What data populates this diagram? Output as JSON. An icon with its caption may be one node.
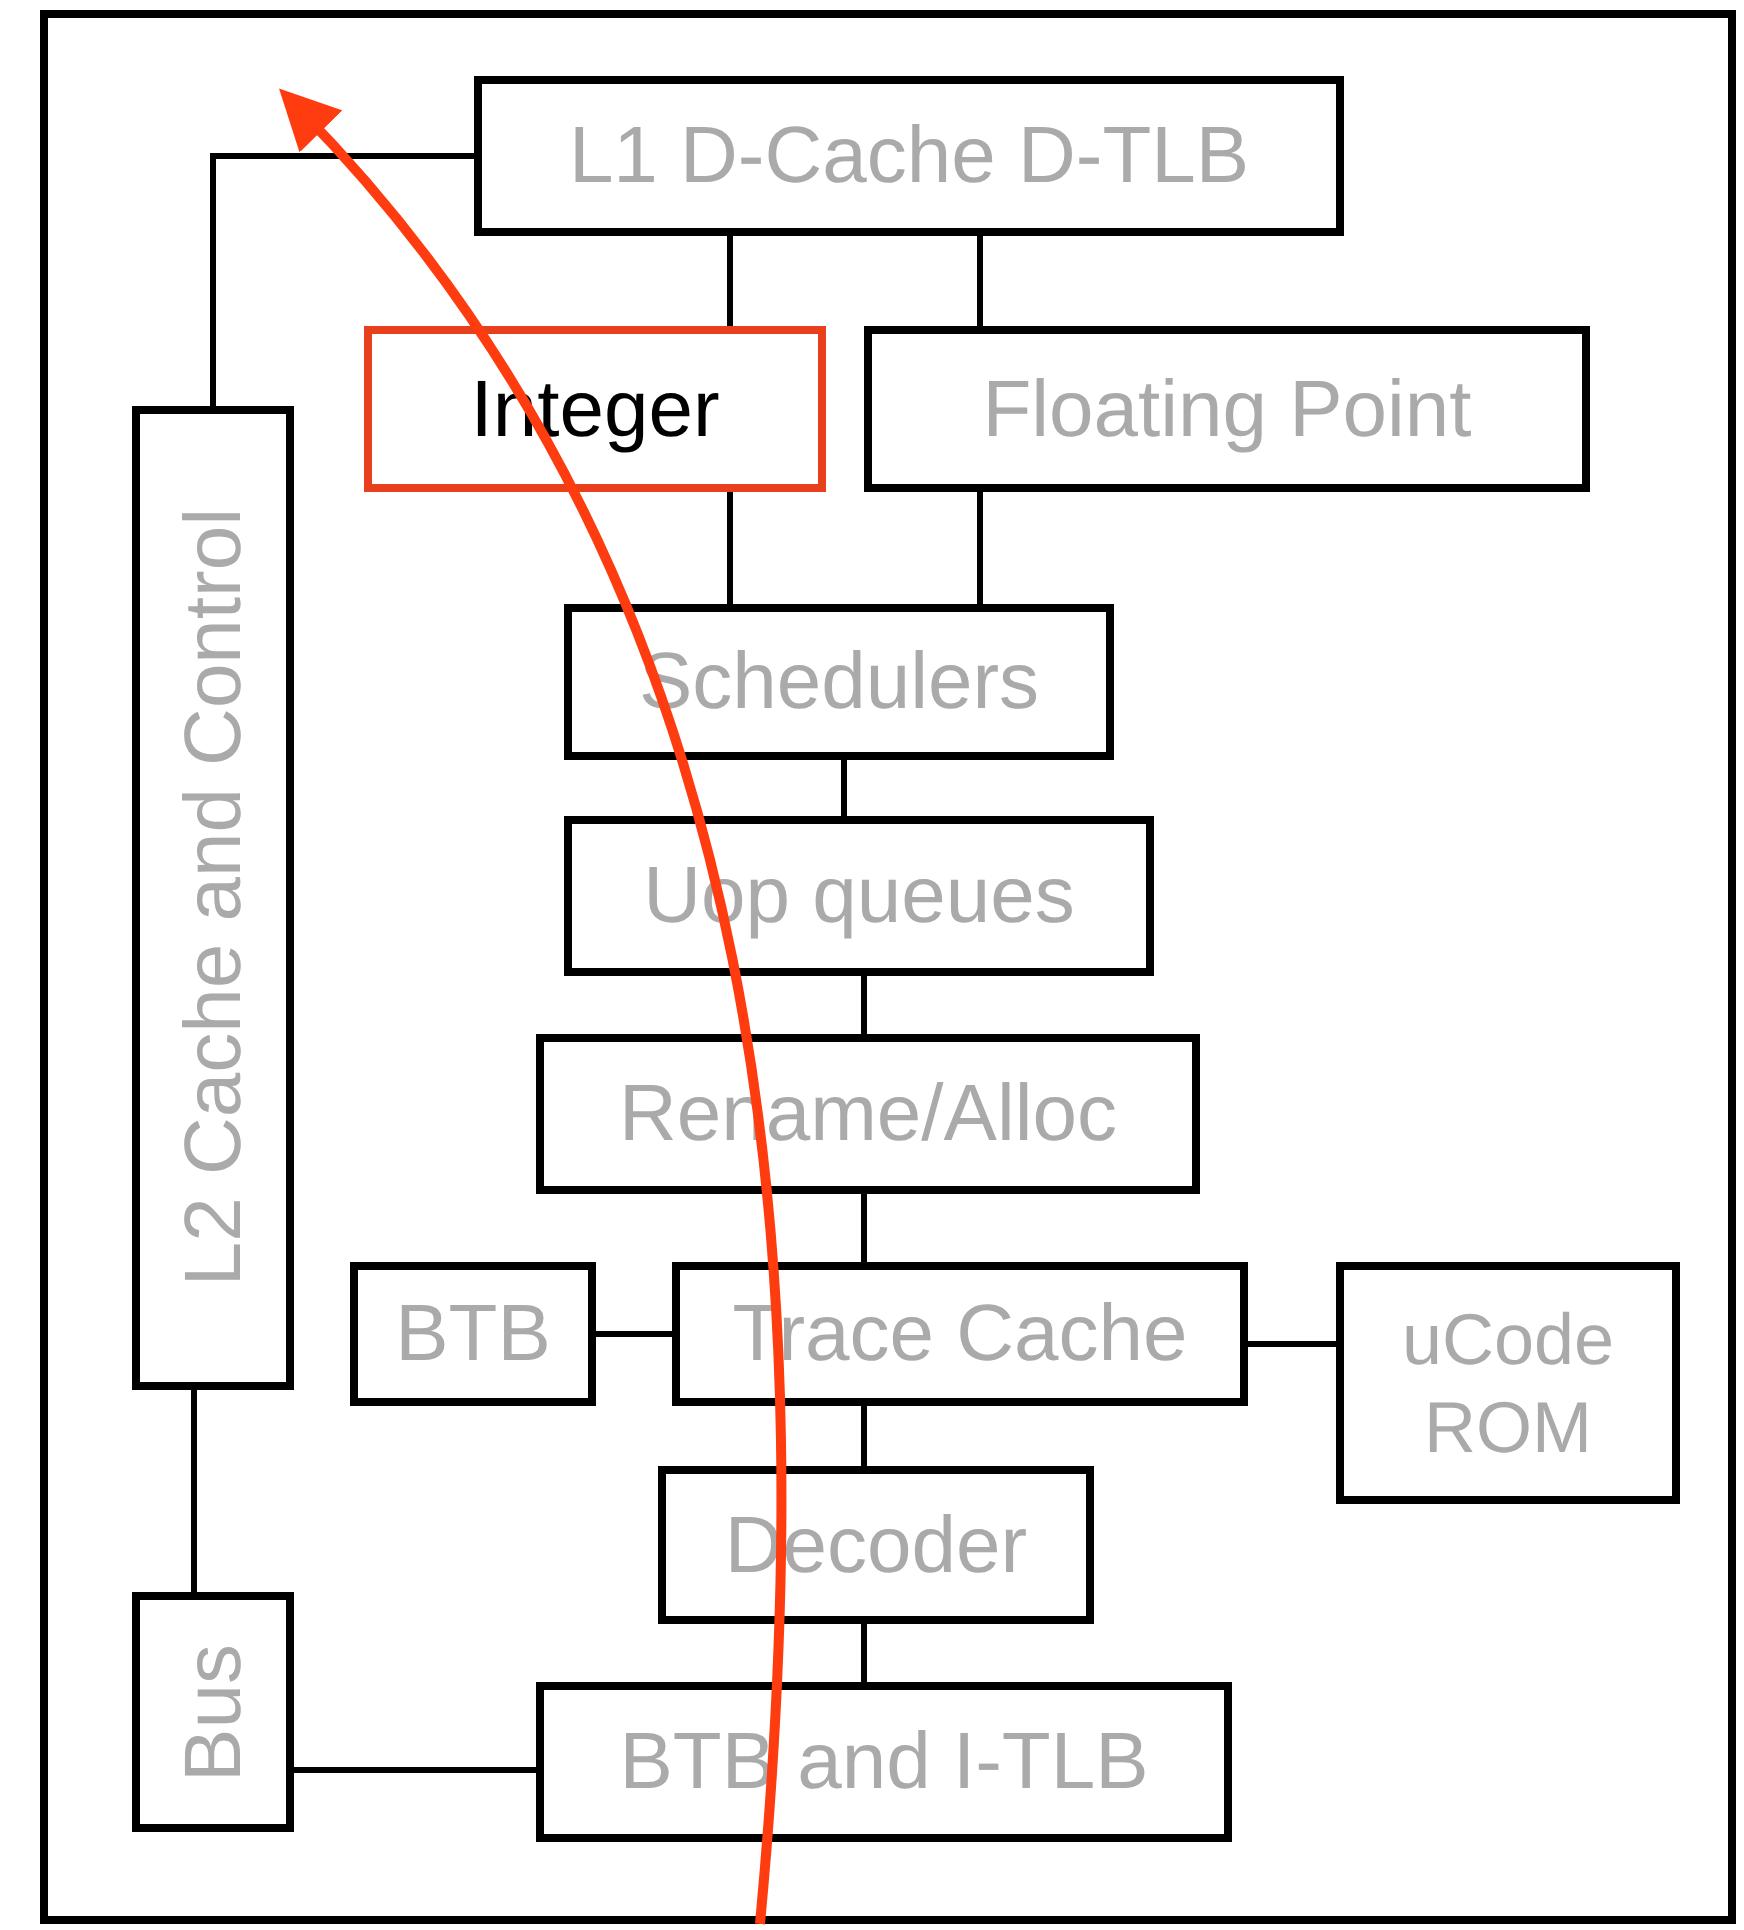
{
  "diagram": {
    "nodes": [
      {
        "text": [
          "L1 D-Cache D-TLB"
        ]
      },
      {
        "text": [
          "Integer"
        ]
      },
      {
        "text": [
          "Floating Point"
        ]
      },
      {
        "text": [
          "Schedulers"
        ]
      },
      {
        "text": [
          "Uop queues"
        ]
      },
      {
        "text": [
          "Rename/Alloc"
        ]
      },
      {
        "text": [
          "BTB"
        ]
      },
      {
        "text": [
          "Trace Cache"
        ]
      },
      {
        "text": [
          "uCode ROM"
        ]
      },
      {
        "text": [
          "Decoder"
        ]
      },
      {
        "text": [
          "BTB and I-TLB"
        ]
      },
      {
        "text": [
          "L2 Cache and Control"
        ]
      },
      {
        "text": [
          "Bus"
        ]
      }
    ],
    "edges": [
      {
        "from": 0,
        "to": 1,
        "arrow": "none"
      },
      {
        "from": 0,
        "to": 2,
        "arrow": "none"
      },
      {
        "from": 1,
        "to": 3,
        "arrow": "none"
      },
      {
        "from": 2,
        "to": 3,
        "arrow": "none"
      },
      {
        "from": 3,
        "to": 4,
        "arrow": "none"
      },
      {
        "from": 4,
        "to": 5,
        "arrow": "none"
      },
      {
        "from": 5,
        "to": 7,
        "arrow": "none"
      },
      {
        "from": 6,
        "to": 7,
        "arrow": "none"
      },
      {
        "from": 7,
        "to": 8,
        "arrow": "none"
      },
      {
        "from": 7,
        "to": 9,
        "arrow": "none"
      },
      {
        "from": 9,
        "to": 10,
        "arrow": "none"
      },
      {
        "from": 11,
        "to": 0,
        "arrow": "none"
      },
      {
        "from": 11,
        "to": 12,
        "arrow": "none"
      },
      {
        "from": 12,
        "to": 10,
        "arrow": "none"
      }
    ]
  }
}
